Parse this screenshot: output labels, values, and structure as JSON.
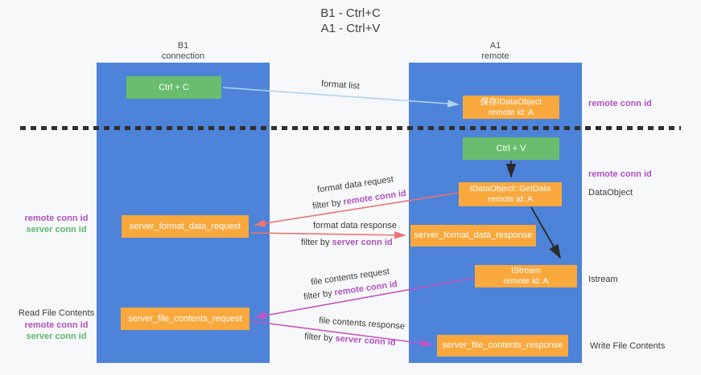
{
  "title": {
    "line1": "B1 - Ctrl+C",
    "line2": "A1 - Ctrl+V"
  },
  "columns": {
    "left": {
      "header_line1": "B1",
      "header_line2": "connection"
    },
    "right": {
      "header_line1": "A1",
      "header_line2": "remote"
    }
  },
  "boxes": {
    "ctrl_c": "Ctrl + C",
    "save_idataobject": {
      "line1": "保存IDataObject",
      "line2": "remote id: A"
    },
    "ctrl_v": "Ctrl + V",
    "getdata": {
      "line1": "IDataObject::GetData",
      "line2": "remote id: A"
    },
    "format_request": "server_format_data_request",
    "format_response": "server_format_data_response",
    "istream": {
      "line1": "IStream",
      "line2": "remote id: A"
    },
    "file_request": "server_file_contents_request",
    "file_response": "server_file_contents_response"
  },
  "arrow_labels": {
    "format_list": "format list",
    "format_data_request": "format data request",
    "format_data_response": "format data response",
    "file_contents_request": "file contents request",
    "file_contents_response": "file contents response",
    "filter_by": "filter by",
    "remote_conn_id": "remote conn id",
    "server_conn_id": "server conn id"
  },
  "side_labels": {
    "remote_conn_id": "remote conn id",
    "server_conn_id": "server conn id",
    "dataobject": "DataObject",
    "istream": "Istream",
    "read_file_contents": "Read File Contents",
    "write_file_contents": "Write File Contents"
  },
  "colors": {
    "column_blue": "#4d83d8",
    "box_green": "#6abd6e",
    "box_orange": "#f8a83d",
    "purple_text": "#b050c0",
    "green_text": "#5cb86a",
    "arrow_light_blue": "#aed4f2",
    "arrow_red": "#ee7272",
    "arrow_magenta": "#c553c5",
    "arrow_black": "#2a2a2a"
  }
}
